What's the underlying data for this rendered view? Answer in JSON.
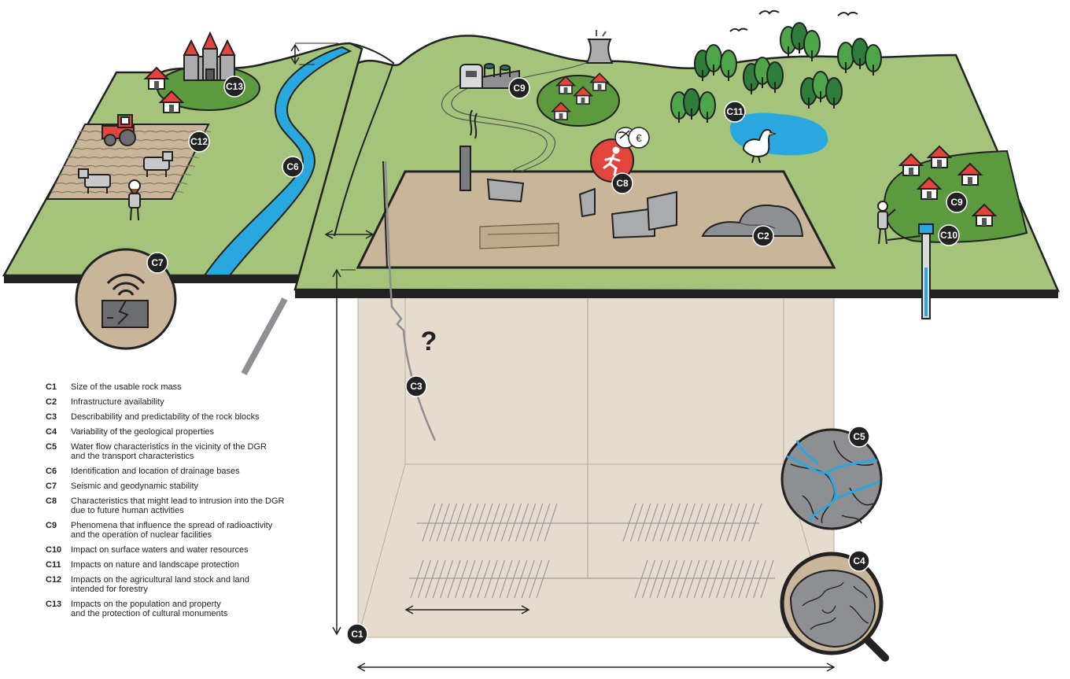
{
  "legend": [
    {
      "code": "C1",
      "lines": [
        "Size of the usable rock mass"
      ]
    },
    {
      "code": "C2",
      "lines": [
        "Infrastructure availability"
      ]
    },
    {
      "code": "C3",
      "lines": [
        "Describability and predictability of the rock blocks"
      ]
    },
    {
      "code": "C4",
      "lines": [
        "Variability of the geological properties"
      ]
    },
    {
      "code": "C5",
      "lines": [
        "Water flow characteristics in the vicinity of the DGR",
        "and the transport characteristics"
      ]
    },
    {
      "code": "C6",
      "lines": [
        "Identification and location of drainage bases"
      ]
    },
    {
      "code": "C7",
      "lines": [
        "Seismic and geodynamic stability"
      ]
    },
    {
      "code": "C8",
      "lines": [
        "Characteristics that might lead to intrusion into the DGR",
        "due to future human activities"
      ]
    },
    {
      "code": "C9",
      "lines": [
        "Phenomena that influence the spread of radioactivity",
        "and the operation of nuclear facilities"
      ]
    },
    {
      "code": "C10",
      "lines": [
        "Impact on surface waters and water resources"
      ]
    },
    {
      "code": "C11",
      "lines": [
        "Impacts on nature and landscape protection"
      ]
    },
    {
      "code": "C12",
      "lines": [
        "Impacts on the agricultural land stock and land",
        "intended for forestry"
      ]
    },
    {
      "code": "C13",
      "lines": [
        "Impacts on the population and property",
        "and the protection of cultural monuments"
      ]
    }
  ],
  "badges": {
    "c1": "C1",
    "c2": "C2",
    "c3": "C3",
    "c4": "C4",
    "c5": "C5",
    "c6": "C6",
    "c7": "C7",
    "c8": "C8",
    "c9a": "C9",
    "c9b": "C9",
    "c10": "C10",
    "c11": "C11",
    "c12": "C12",
    "c13": "C13"
  },
  "question_mark": "?",
  "euro_symbol": "€",
  "colors": {
    "grass": "#a3c47a",
    "grass_dark": "#5c9a3f",
    "ground": "#c8b59a",
    "underground": "#e6dccd",
    "water": "#29a8e0",
    "badge": "#222222",
    "roof": "#e2453c",
    "gray": "#8d8f92"
  }
}
